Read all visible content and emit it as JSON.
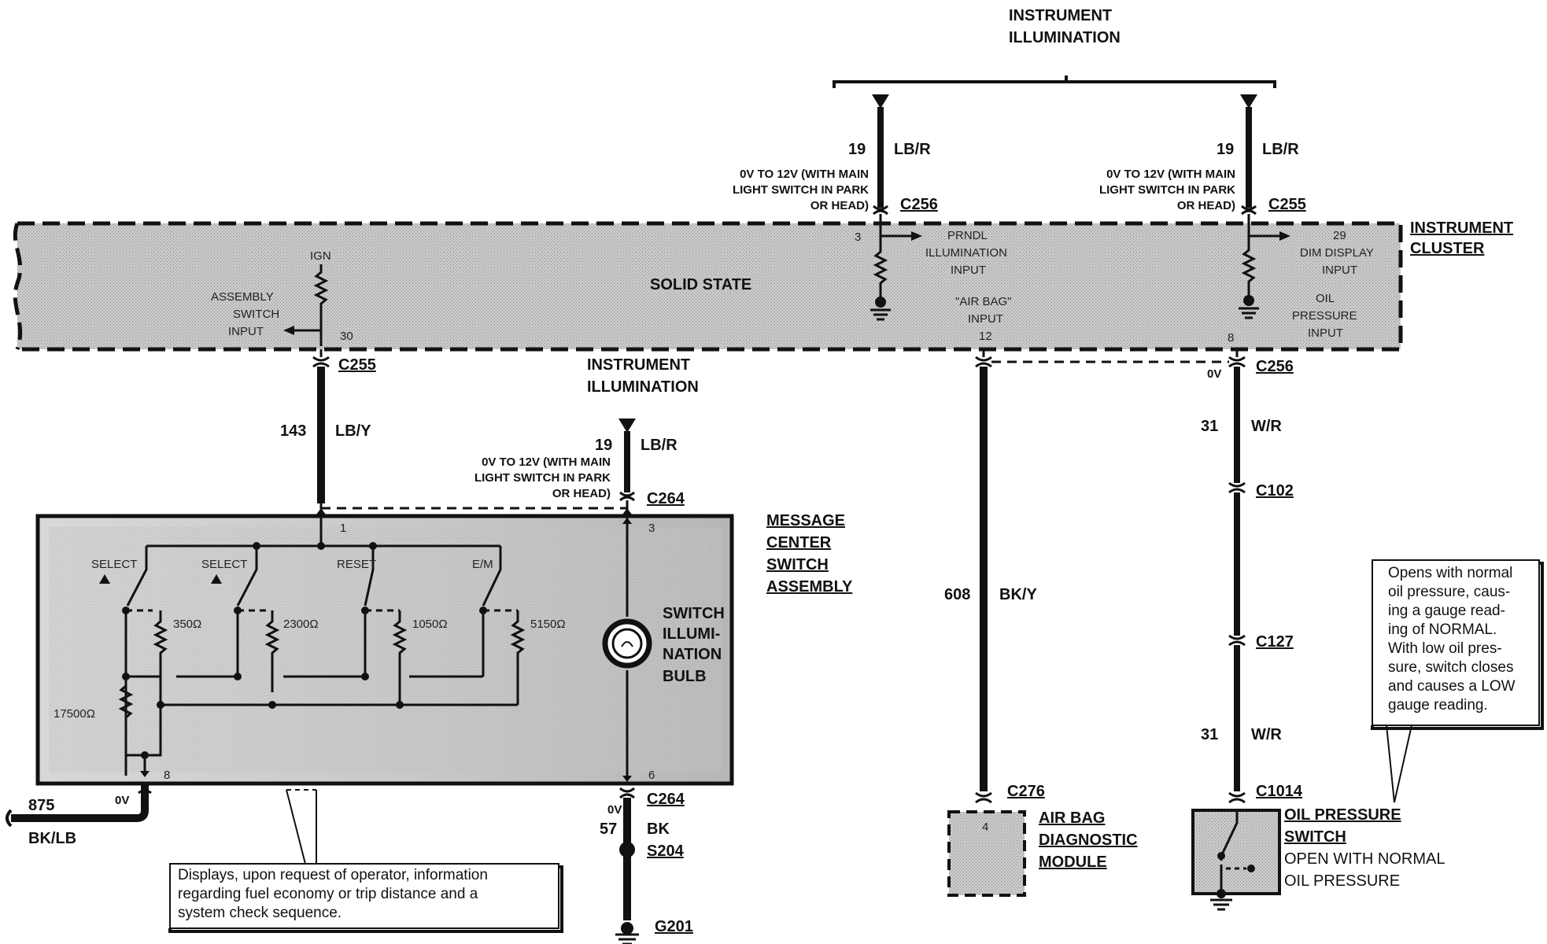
{
  "instrument_illumination_top": [
    "INSTRUMENT",
    "ILLUMINATION"
  ],
  "instrument_illumination_mid": [
    "INSTRUMENT",
    "ILLUMINATION"
  ],
  "instrument_cluster": {
    "label": [
      "INSTRUMENT",
      "CLUSTER"
    ],
    "solid_state": "SOLID STATE",
    "ign": "IGN",
    "assembly_switch_input": [
      "ASSEMBLY",
      "SWITCH",
      "INPUT"
    ],
    "pin_30": "30",
    "pin_3": "3",
    "pin_29": "29",
    "pin_12": "12",
    "pin_8": "8",
    "prndl": [
      "PRNDL",
      "ILLUMINATION",
      "INPUT"
    ],
    "air_bag_input": [
      "\"AIR BAG\"",
      "INPUT"
    ],
    "dim_display": [
      "DIM DISPLAY",
      "INPUT"
    ],
    "oil_pressure_input": [
      "OIL",
      "PRESSURE",
      "INPUT"
    ]
  },
  "circuits": {
    "left_19": "19",
    "left_19_color": "LB/R",
    "right_19": "19",
    "right_19_color": "LB/R",
    "mid_19": "19",
    "mid_19_color": "LB/R",
    "c143": "143",
    "c143_color": "LB/Y",
    "c608": "608",
    "c608_color": "BK/Y",
    "c31a": "31",
    "c31a_color": "W/R",
    "c31b": "31",
    "c31b_color": "W/R",
    "c875": "875",
    "c875_color": "BK/LB",
    "c57": "57",
    "c57_color": "BK"
  },
  "voltage_notes": {
    "left": [
      "0V TO 12V (WITH MAIN",
      "LIGHT SWITCH IN PARK",
      "OR HEAD)"
    ],
    "right": [
      "0V TO 12V (WITH MAIN",
      "LIGHT SWITCH IN PARK",
      "OR HEAD)"
    ],
    "mid": [
      "0V TO 12V (WITH MAIN",
      "LIGHT SWITCH IN PARK",
      "OR HEAD)"
    ],
    "zero_v_a": "0V",
    "zero_v_b": "0V",
    "zero_v_c": "0V"
  },
  "connectors": {
    "c256_top": "C256",
    "c255_top": "C255",
    "c255_left": "C255",
    "c256_right": "C256",
    "c264_top": "C264",
    "c264_bottom": "C264",
    "c102": "C102",
    "c127": "C127",
    "c276": "C276",
    "c1014": "C1014",
    "s204": "S204",
    "g201": "G201"
  },
  "message_center": {
    "label": [
      "MESSAGE",
      "CENTER",
      "SWITCH",
      "ASSEMBLY"
    ],
    "pin_1": "1",
    "pin_3": "3",
    "pin_8": "8",
    "pin_6": "6",
    "select_1": "SELECT",
    "select_2": "SELECT",
    "reset": "RESET",
    "em": "E/M",
    "r_350": "350Ω",
    "r_2300": "2300Ω",
    "r_1050": "1050Ω",
    "r_5150": "5150Ω",
    "r_17500": "17500Ω",
    "bulb_label": [
      "SWITCH",
      "ILLUMI-",
      "NATION",
      "BULB"
    ]
  },
  "air_bag_module": {
    "label": [
      "AIR BAG",
      "DIAGNOSTIC",
      "MODULE"
    ],
    "pin": "4"
  },
  "oil_pressure_switch": {
    "label": [
      "OIL PRESSURE",
      "SWITCH"
    ],
    "sub": [
      "OPEN WITH NORMAL",
      "OIL PRESSURE"
    ]
  },
  "note_oil": [
    "Opens with normal",
    "oil pressure, caus-",
    "ing a gauge read-",
    "ing of NORMAL.",
    "With low oil pres-",
    "sure, switch closes",
    "and causes a LOW",
    "gauge reading."
  ],
  "note_message": [
    "Displays, upon request of operator, information",
    "regarding fuel economy or trip distance and a",
    "system check sequence."
  ]
}
